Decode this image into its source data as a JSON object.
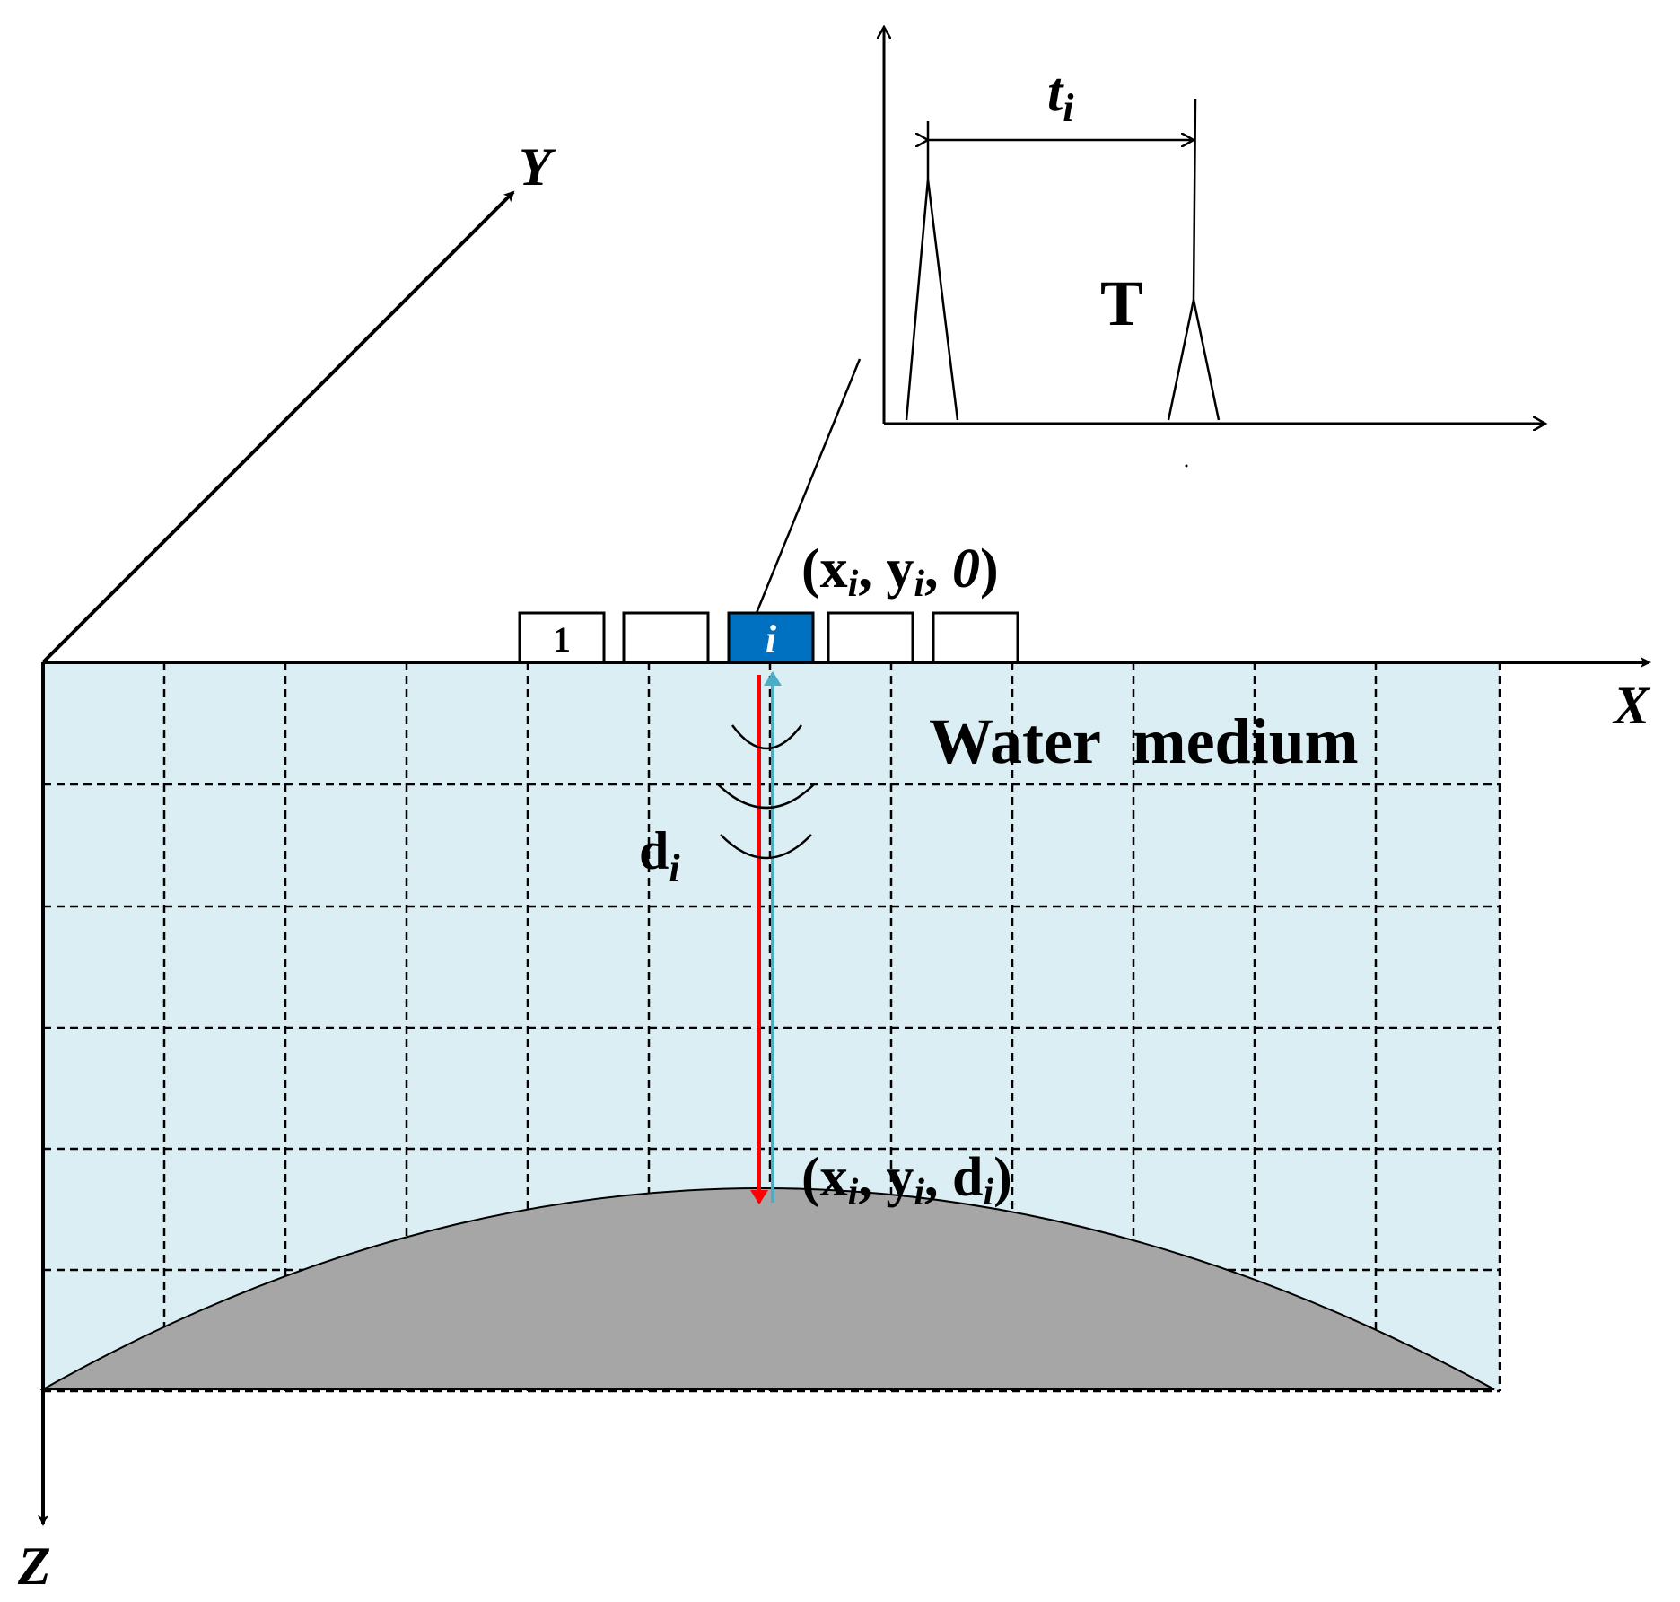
{
  "colors": {
    "water": "#dbeef3",
    "seabed": "#a6a6a6",
    "active_transducer": "#0070c0",
    "downward_ray": "#ff0000",
    "upward_ray": "#4bacc6"
  },
  "axes": {
    "x_label": "X",
    "y_label": "Y",
    "z_label": "Z"
  },
  "transducers": [
    {
      "label": "1"
    },
    {
      "label": ""
    },
    {
      "label": "i"
    },
    {
      "label": ""
    },
    {
      "label": ""
    }
  ],
  "medium_label": "Water  medium",
  "depth_label": {
    "main": "d",
    "sub": "i"
  },
  "surface_point": {
    "open": "(",
    "x": "x",
    "xsub": "i",
    "sep1": ", ",
    "y": "y",
    "ysub": "i",
    "sep2": ", ",
    "z": "0",
    "close": ")"
  },
  "bottom_point": {
    "open": "(",
    "x": "x",
    "xsub": "i",
    "sep1": ", ",
    "y": "y",
    "ysub": "i",
    "sep2": ", ",
    "z": "d",
    "zsub": "i",
    "close": ")"
  },
  "waveform": {
    "interval_label": {
      "main": "t",
      "sub": "i"
    },
    "echo_label": "T"
  }
}
